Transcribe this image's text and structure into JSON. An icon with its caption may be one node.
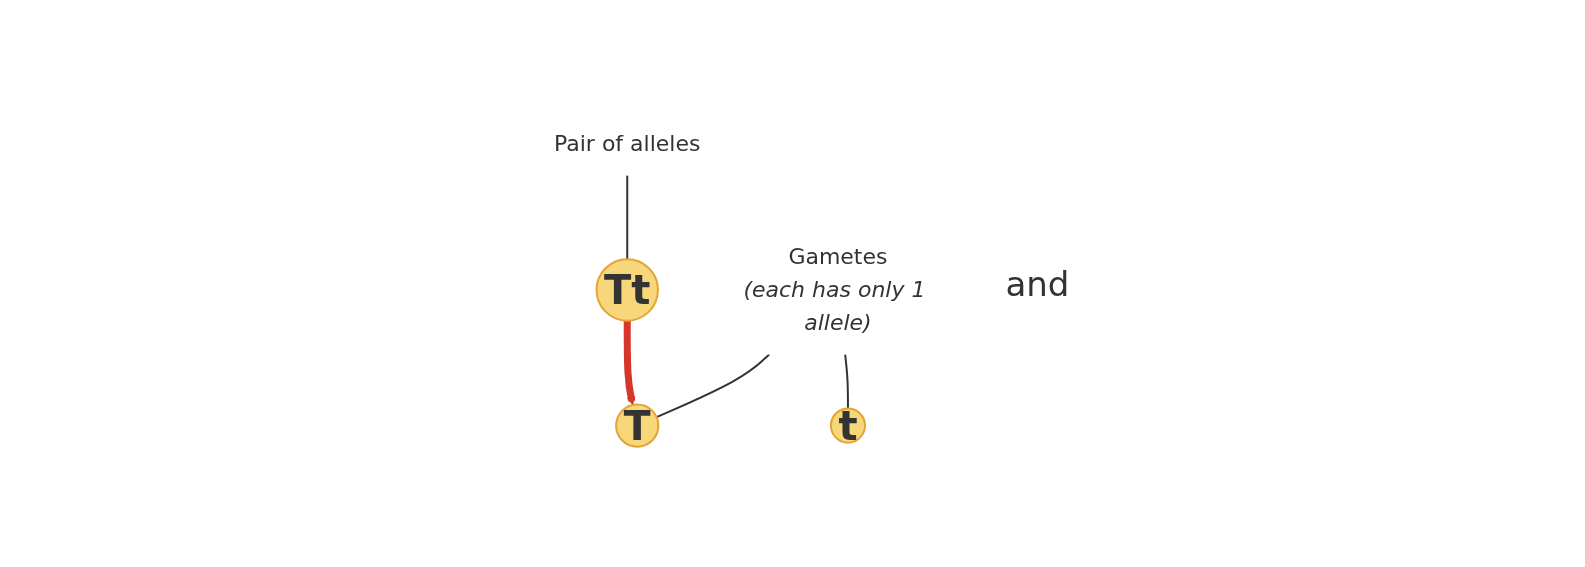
{
  "diagram": {
    "nodes": [
      {
        "text": [
          "Pair of alleles"
        ]
      },
      {
        "text": [
          "Tt"
        ]
      },
      {
        "text": [
          "Gametes",
          "(each has only 1 allele)"
        ]
      },
      {
        "text": [
          "T"
        ]
      },
      {
        "text": [
          "t"
        ]
      }
    ],
    "edges": [
      {
        "from": 0,
        "to": 1,
        "arrow": "none"
      },
      {
        "from": 1,
        "to": 3,
        "arrow": "to",
        "style": "thick",
        "color": "#d7372a"
      },
      {
        "from": 2,
        "to": 3,
        "arrow": "none"
      },
      {
        "from": 2,
        "to": 4,
        "arrow": "none"
      }
    ],
    "labels": [
      "and"
    ]
  }
}
